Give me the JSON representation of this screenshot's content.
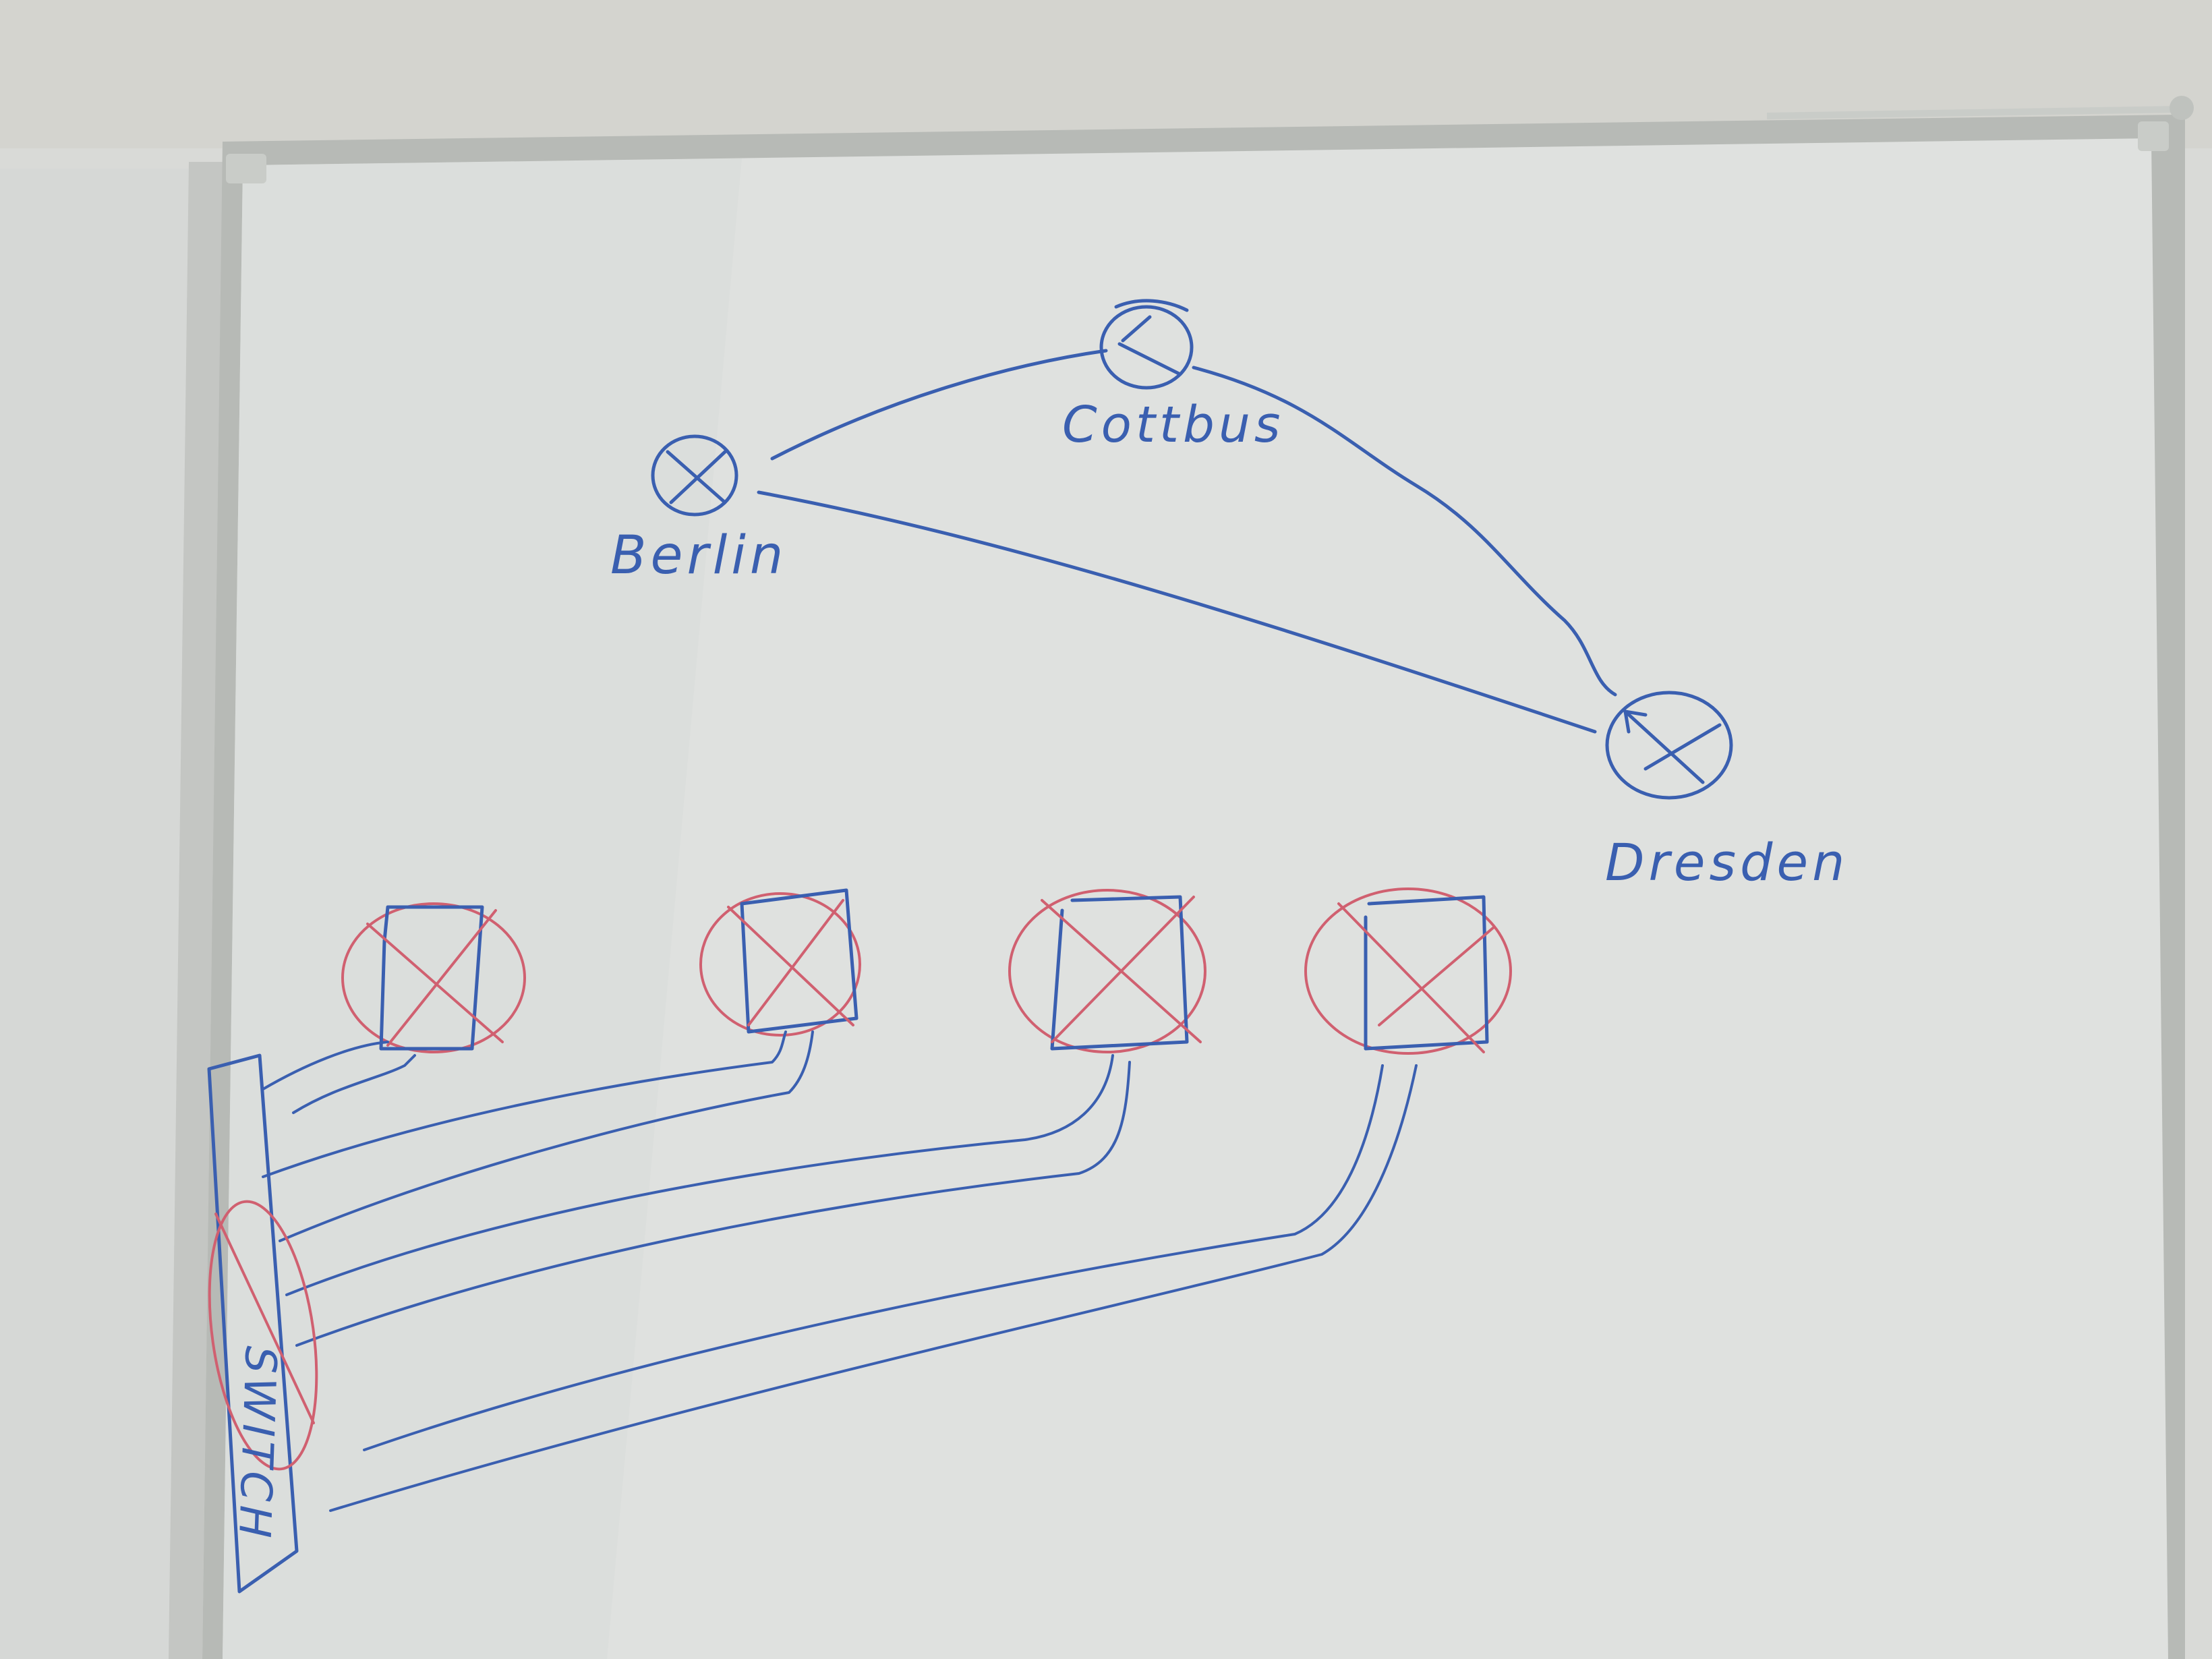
{
  "photo": {
    "subject": "whiteboard",
    "colors": {
      "wall": "#d9dad7",
      "board": "#dfe1df",
      "frame": "#b9bcb8",
      "marker_blue": "#3a5fb0",
      "marker_red": "#d06070"
    }
  },
  "network": {
    "nodes": [
      {
        "id": "berlin",
        "label": "Berlin",
        "icon": "crossed-circle-icon"
      },
      {
        "id": "cottbus",
        "label": "Cottbus",
        "icon": "crossed-circle-icon"
      },
      {
        "id": "dresden",
        "label": "Dresden",
        "icon": "crossed-circle-icon"
      }
    ],
    "links": [
      [
        "berlin",
        "cottbus"
      ],
      [
        "cottbus",
        "dresden"
      ],
      [
        "berlin",
        "dresden"
      ]
    ]
  },
  "lower_sketch": {
    "device_count": 4,
    "device_icon": "crossed-square-in-circle-icon",
    "switch_label": "SWITCH",
    "switch_crossed_out": true
  }
}
